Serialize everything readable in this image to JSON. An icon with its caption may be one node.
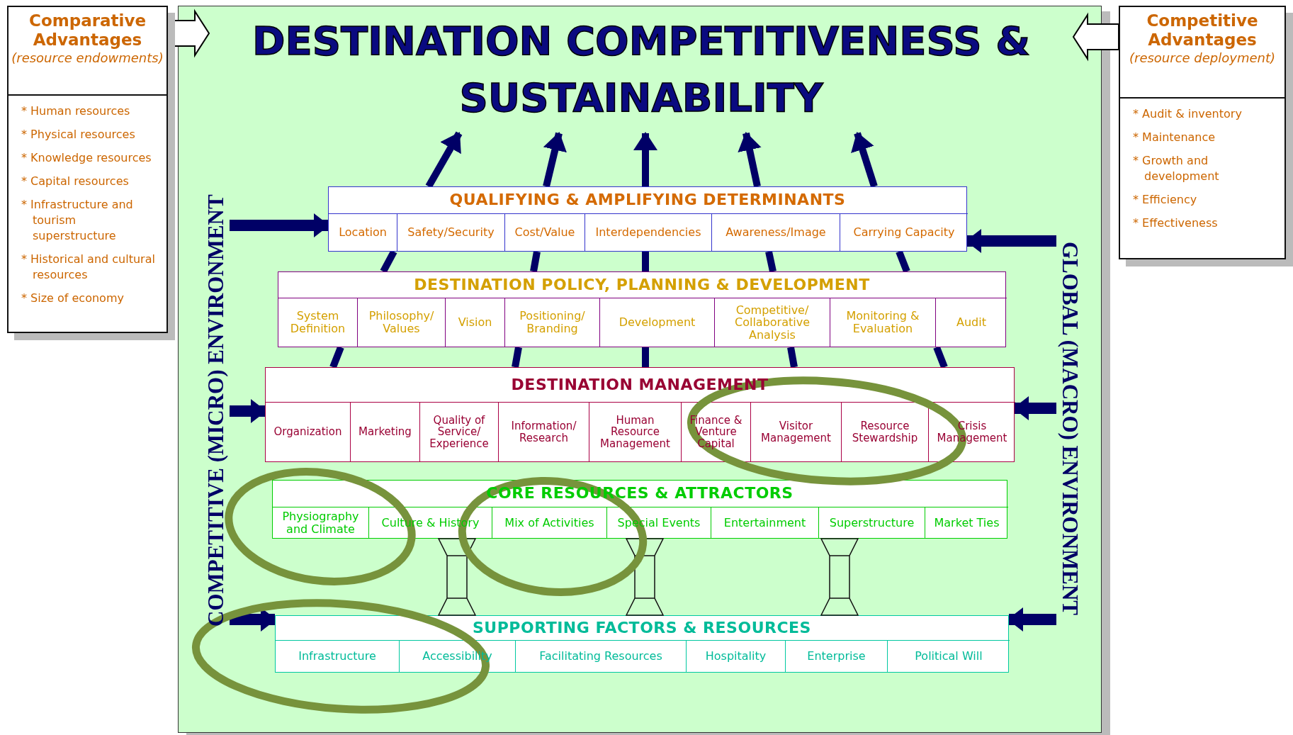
{
  "diagram": {
    "nodes": [
      {
        "text": [
          "DESTINATION COMPETITIVENESS & SUSTAINABILITY"
        ]
      },
      {
        "text": [
          "Comparative Advantages",
          "(resource endowments)",
          "* Human resources",
          "* Physical resources",
          "* Knowledge resources",
          "* Capital resources",
          "* Infrastructure and tourism superstructure",
          "* Historical and cultural resources",
          "* Size of economy"
        ]
      },
      {
        "text": [
          "Competitive Advantages",
          "(resource deployment)",
          "* Audit & inventory",
          "* Maintenance",
          "* Growth and development",
          "* Efficiency",
          "* Effectiveness"
        ]
      },
      {
        "text": [
          "QUALIFYING & AMPLIFYING DETERMINANTS"
        ]
      },
      {
        "text": [
          "Location"
        ],
        "in": 3
      },
      {
        "text": [
          "Safety/Security"
        ],
        "in": 3
      },
      {
        "text": [
          "Cost/Value"
        ],
        "in": 3
      },
      {
        "text": [
          "Interdependencies"
        ],
        "in": 3
      },
      {
        "text": [
          "Awareness/Image"
        ],
        "in": 3
      },
      {
        "text": [
          "Carrying Capacity"
        ],
        "in": 3
      },
      {
        "text": [
          "DESTINATION POLICY, PLANNING & DEVELOPMENT"
        ]
      },
      {
        "text": [
          "System Definition"
        ],
        "in": 10
      },
      {
        "text": [
          "Philosophy/ Values"
        ],
        "in": 10
      },
      {
        "text": [
          "Vision"
        ],
        "in": 10
      },
      {
        "text": [
          "Positioning/ Branding"
        ],
        "in": 10
      },
      {
        "text": [
          "Development"
        ],
        "in": 10
      },
      {
        "text": [
          "Competitive/ Collaborative Analysis"
        ],
        "in": 10
      },
      {
        "text": [
          "Monitoring & Evaluation"
        ],
        "in": 10
      },
      {
        "text": [
          "Audit"
        ],
        "in": 10
      },
      {
        "text": [
          "DESTINATION MANAGEMENT"
        ]
      },
      {
        "text": [
          "Organization"
        ],
        "in": 19
      },
      {
        "text": [
          "Marketing"
        ],
        "in": 19
      },
      {
        "text": [
          "Quality of Service/ Experience"
        ],
        "in": 19
      },
      {
        "text": [
          "Information/ Research"
        ],
        "in": 19
      },
      {
        "text": [
          "Human Resource Management"
        ],
        "in": 19
      },
      {
        "text": [
          "Finance & Venture Capital"
        ],
        "in": 19
      },
      {
        "text": [
          "Visitor Management"
        ],
        "in": 19
      },
      {
        "text": [
          "Resource Stewardship"
        ],
        "in": 19
      },
      {
        "text": [
          "Crisis Management"
        ],
        "in": 19
      },
      {
        "text": [
          "CORE RESOURCES & ATTRACTORS"
        ]
      },
      {
        "text": [
          "Physiography and Climate"
        ],
        "in": 29
      },
      {
        "text": [
          "Culture & History"
        ],
        "in": 29
      },
      {
        "text": [
          "Mix of Activities"
        ],
        "in": 29
      },
      {
        "text": [
          "Special Events"
        ],
        "in": 29
      },
      {
        "text": [
          "Entertainment"
        ],
        "in": 29
      },
      {
        "text": [
          "Superstructure"
        ],
        "in": 29
      },
      {
        "text": [
          "Market Ties"
        ],
        "in": 29
      },
      {
        "text": [
          "SUPPORTING FACTORS & RESOURCES"
        ]
      },
      {
        "text": [
          "Infrastructure"
        ],
        "in": 37
      },
      {
        "text": [
          "Accessibility"
        ],
        "in": 37
      },
      {
        "text": [
          "Facilitating Resources"
        ],
        "in": 37
      },
      {
        "text": [
          "Hospitality"
        ],
        "in": 37
      },
      {
        "text": [
          "Enterprise"
        ],
        "in": 37
      },
      {
        "text": [
          "Political Will"
        ],
        "in": 37
      },
      {
        "text": [
          "COMPETITIVE (MICRO) ENVIRONMENT"
        ]
      },
      {
        "text": [
          "GLOBAL (MACRO) ENVIRONMENT"
        ]
      }
    ],
    "edges": [
      {
        "from": 1,
        "to": 0,
        "arrow": "to"
      },
      {
        "from": 2,
        "to": 0,
        "arrow": "to"
      },
      {
        "from": 3,
        "to": 0,
        "arrow": "to"
      },
      {
        "from": 3,
        "to": 0,
        "arrow": "to"
      },
      {
        "from": 3,
        "to": 0,
        "arrow": "to"
      },
      {
        "from": 3,
        "to": 0,
        "arrow": "to"
      },
      {
        "from": 3,
        "to": 0,
        "arrow": "to"
      },
      {
        "from": 10,
        "to": 3,
        "arrow": "none"
      },
      {
        "from": 10,
        "to": 3,
        "arrow": "none"
      },
      {
        "from": 10,
        "to": 3,
        "arrow": "none"
      },
      {
        "from": 10,
        "to": 3,
        "arrow": "none"
      },
      {
        "from": 10,
        "to": 3,
        "arrow": "none"
      },
      {
        "from": 19,
        "to": 10,
        "arrow": "none"
      },
      {
        "from": 19,
        "to": 10,
        "arrow": "none"
      },
      {
        "from": 19,
        "to": 10,
        "arrow": "none"
      },
      {
        "from": 19,
        "to": 10,
        "arrow": "none"
      },
      {
        "from": 19,
        "to": 10,
        "arrow": "none"
      },
      {
        "from": 44,
        "to": 3,
        "arrow": "to"
      },
      {
        "from": 44,
        "to": 20,
        "arrow": "to"
      },
      {
        "from": 44,
        "to": 37,
        "arrow": "to"
      },
      {
        "from": 45,
        "to": 3,
        "arrow": "to"
      },
      {
        "from": 45,
        "to": 28,
        "arrow": "to"
      },
      {
        "from": 45,
        "to": 37,
        "arrow": "to"
      }
    ]
  }
}
